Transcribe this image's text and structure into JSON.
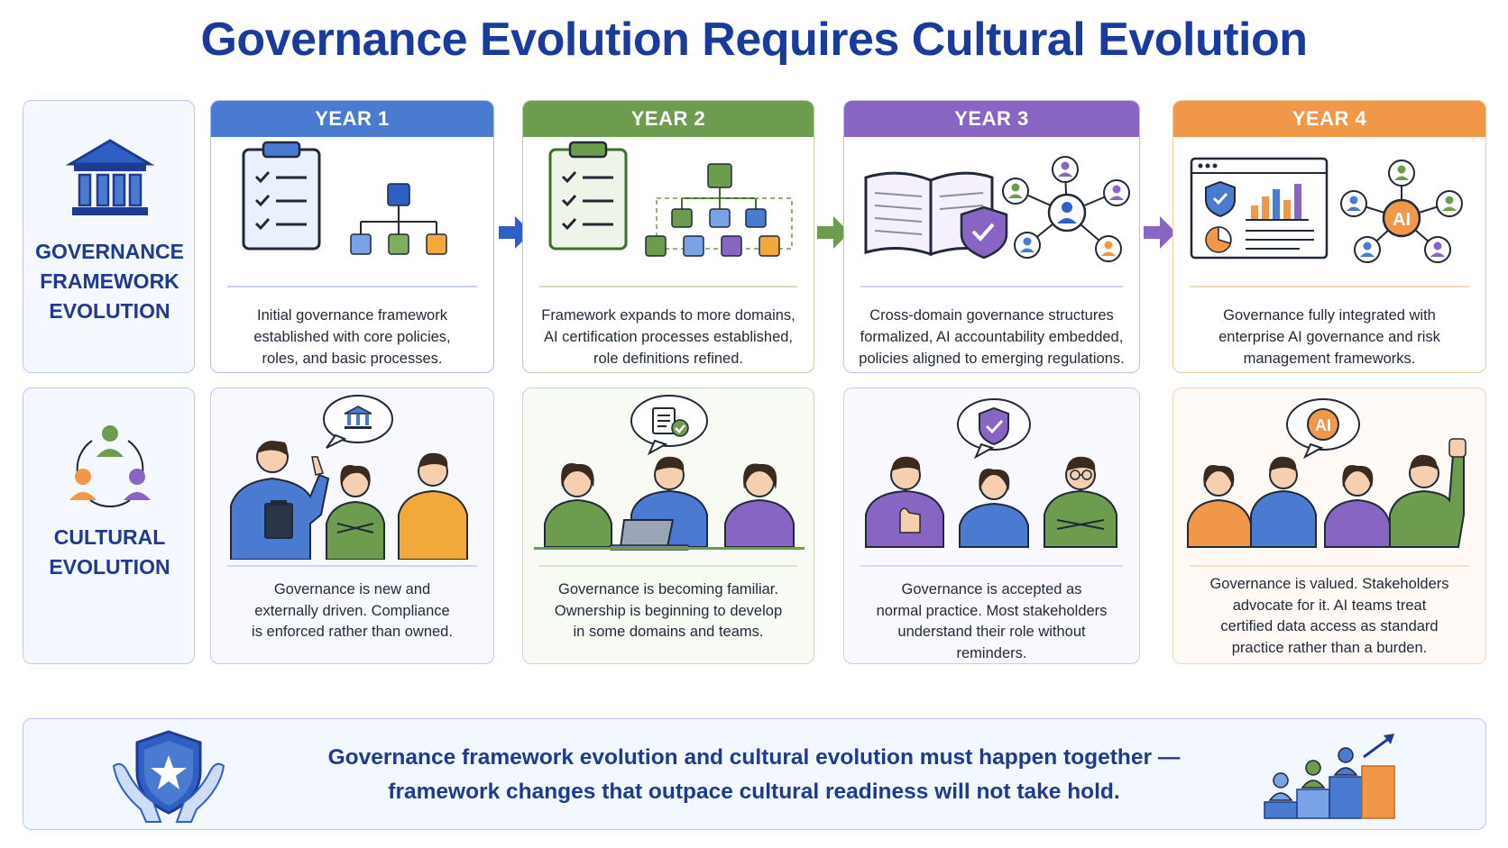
{
  "title": "Governance Evolution Requires Cultural Evolution",
  "rows": {
    "framework_label": [
      "GOVERNANCE",
      "FRAMEWORK",
      "EVOLUTION"
    ],
    "culture_label": [
      "CULTURAL",
      "EVOLUTION"
    ]
  },
  "years": [
    {
      "heading": "YEAR 1",
      "accent": "#4a7bd0",
      "framework_desc": [
        "Initial governance framework",
        "established with core policies,",
        "roles, and basic processes."
      ],
      "culture_desc": [
        "Governance is new and",
        "externally driven. Compliance",
        "is enforced rather than owned."
      ]
    },
    {
      "heading": "YEAR 2",
      "accent": "#6e9c4f",
      "framework_desc": [
        "Framework expands to more domains,",
        "AI certification processes established,",
        "role definitions refined."
      ],
      "culture_desc": [
        "Governance is becoming familiar.",
        "Ownership is beginning to develop",
        "in some domains and teams."
      ]
    },
    {
      "heading": "YEAR 3",
      "accent": "#8865c2",
      "framework_desc": [
        "Cross-domain governance structures",
        "formalized, AI accountability embedded,",
        "policies aligned to emerging regulations."
      ],
      "culture_desc": [
        "Governance is accepted as",
        "normal practice. Most stakeholders",
        "understand their role without",
        "reminders."
      ]
    },
    {
      "heading": "YEAR 4",
      "accent": "#f0974a",
      "framework_desc": [
        "Governance fully integrated with",
        "enterprise AI governance and risk",
        "management frameworks."
      ],
      "culture_desc": [
        "Governance is valued. Stakeholders",
        "advocate for it. AI teams treat",
        "certified data access as standard",
        "practice rather than a burden."
      ]
    }
  ],
  "icons": {
    "ai_badge": "AI"
  },
  "banner": {
    "lines": [
      "Governance framework evolution and cultural evolution must happen together —",
      "framework changes that outpace cultural readiness will not take hold."
    ]
  }
}
